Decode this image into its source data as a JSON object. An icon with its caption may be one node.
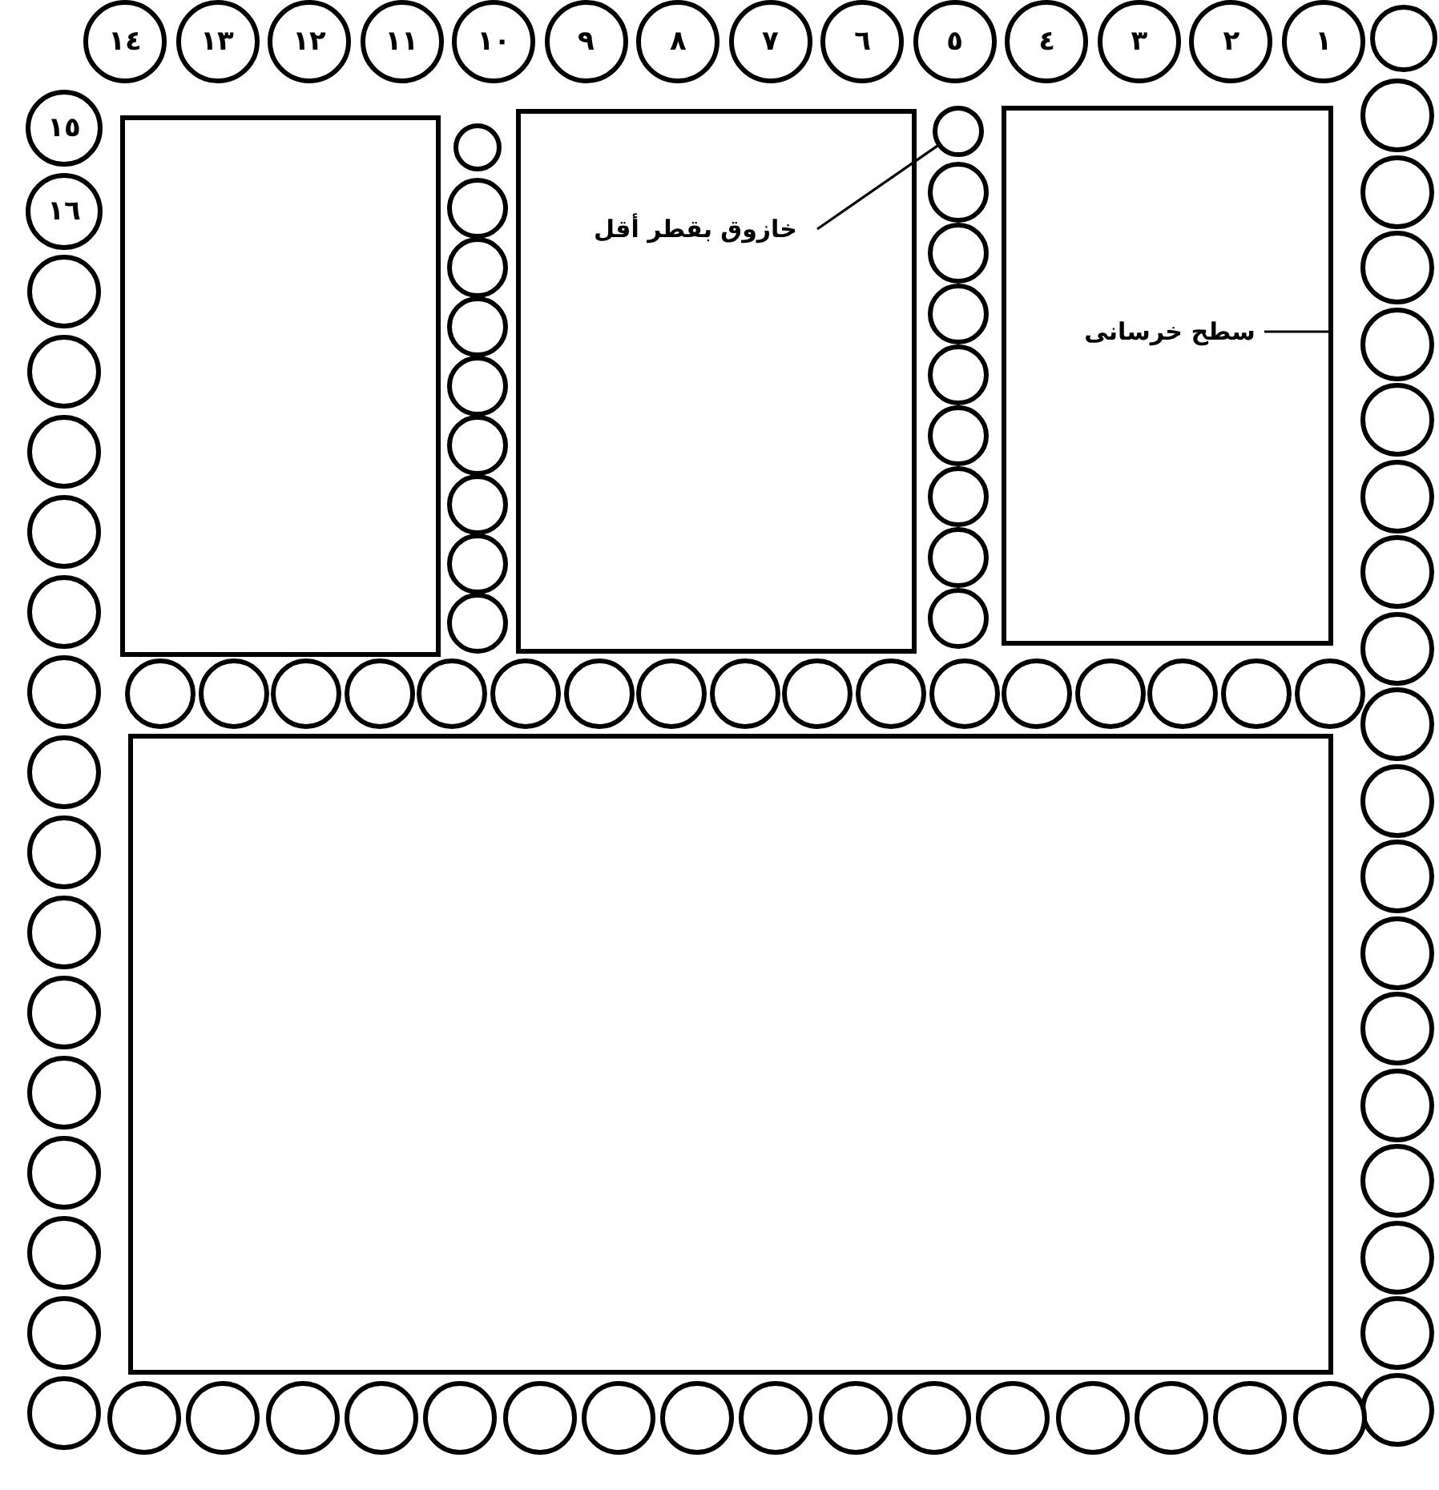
{
  "diagram": {
    "nodes": [
      {
        "text": [
          "١"
        ]
      },
      {
        "text": [
          "٢"
        ]
      },
      {
        "text": [
          "٣"
        ]
      },
      {
        "text": [
          "٤"
        ]
      },
      {
        "text": [
          "٥"
        ]
      },
      {
        "text": [
          "٦"
        ]
      },
      {
        "text": [
          "٧"
        ]
      },
      {
        "text": [
          "٨"
        ]
      },
      {
        "text": [
          "٩"
        ]
      },
      {
        "text": [
          "١٠"
        ]
      },
      {
        "text": [
          "١١"
        ]
      },
      {
        "text": [
          "١٢"
        ]
      },
      {
        "text": [
          "١٣"
        ]
      },
      {
        "text": [
          "١٤"
        ]
      },
      {
        "text": [
          "١٥"
        ]
      },
      {
        "text": [
          "١٦"
        ]
      },
      {
        "text": [],
        "shape": "box"
      },
      {
        "text": [],
        "shape": "box"
      },
      {
        "text": [
          "خازوق بقطر أقل"
        ],
        "in": 17
      },
      {
        "text": [],
        "shape": "circle"
      },
      {
        "text": [],
        "shape": "box"
      },
      {
        "text": [
          "سطح خرسانى"
        ],
        "in": 20
      },
      {
        "text": [],
        "shape": "box"
      },
      {
        "text": [],
        "shape": "circle"
      },
      {
        "text": [],
        "shape": "circle"
      },
      {
        "text": [],
        "shape": "circle"
      },
      {
        "text": [],
        "shape": "circle"
      },
      {
        "text": [],
        "shape": "circle"
      },
      {
        "text": [],
        "shape": "circle"
      },
      {
        "text": [],
        "shape": "circle"
      },
      {
        "text": [],
        "shape": "circle"
      },
      {
        "text": [],
        "shape": "circle"
      },
      {
        "text": [],
        "shape": "circle"
      },
      {
        "text": [],
        "shape": "circle"
      },
      {
        "text": [],
        "shape": "circle"
      },
      {
        "text": [],
        "shape": "circle"
      },
      {
        "text": [],
        "shape": "circle"
      },
      {
        "text": [],
        "shape": "circle"
      },
      {
        "text": [],
        "shape": "circle"
      },
      {
        "text": [],
        "shape": "circle"
      },
      {
        "text": [],
        "shape": "circle"
      },
      {
        "text": [],
        "shape": "circle"
      },
      {
        "text": [],
        "shape": "circle"
      },
      {
        "text": [],
        "shape": "circle"
      },
      {
        "text": [],
        "shape": "circle"
      },
      {
        "text": [],
        "shape": "circle"
      },
      {
        "text": [],
        "shape": "circle"
      },
      {
        "text": [],
        "shape": "circle"
      },
      {
        "text": [],
        "shape": "circle"
      },
      {
        "text": [],
        "shape": "circle"
      },
      {
        "text": [],
        "shape": "circle"
      },
      {
        "text": [],
        "shape": "circle"
      },
      {
        "text": [],
        "shape": "circle"
      },
      {
        "text": [],
        "shape": "circle"
      },
      {
        "text": [],
        "shape": "circle"
      },
      {
        "text": [],
        "shape": "circle"
      },
      {
        "text": [],
        "shape": "circle"
      },
      {
        "text": [],
        "shape": "circle"
      },
      {
        "text": [],
        "shape": "circle"
      },
      {
        "text": [],
        "shape": "circle"
      },
      {
        "text": [],
        "shape": "circle"
      },
      {
        "text": [],
        "shape": "circle"
      },
      {
        "text": [],
        "shape": "circle"
      },
      {
        "text": [],
        "shape": "circle"
      },
      {
        "text": [],
        "shape": "circle"
      },
      {
        "text": [],
        "shape": "circle"
      },
      {
        "text": [],
        "shape": "circle"
      },
      {
        "text": [],
        "shape": "circle"
      },
      {
        "text": [],
        "shape": "circle"
      },
      {
        "text": [],
        "shape": "circle"
      },
      {
        "text": [],
        "shape": "circle"
      },
      {
        "text": [],
        "shape": "circle"
      },
      {
        "text": [],
        "shape": "circle"
      },
      {
        "text": [],
        "shape": "circle"
      },
      {
        "text": [],
        "shape": "circle"
      },
      {
        "text": [],
        "shape": "circle"
      },
      {
        "text": [],
        "shape": "circle"
      },
      {
        "text": [],
        "shape": "circle"
      },
      {
        "text": [],
        "shape": "circle"
      },
      {
        "text": [],
        "shape": "circle"
      },
      {
        "text": [],
        "shape": "circle"
      },
      {
        "text": [],
        "shape": "circle"
      },
      {
        "text": [],
        "shape": "circle"
      },
      {
        "text": [],
        "shape": "circle"
      },
      {
        "text": [],
        "shape": "circle"
      },
      {
        "text": [],
        "shape": "circle"
      },
      {
        "text": [],
        "shape": "circle"
      },
      {
        "text": [],
        "shape": "circle"
      },
      {
        "text": [],
        "shape": "circle"
      },
      {
        "text": [],
        "shape": "circle"
      },
      {
        "text": [],
        "shape": "circle"
      },
      {
        "text": [],
        "shape": "circle"
      },
      {
        "text": [],
        "shape": "circle"
      },
      {
        "text": [],
        "shape": "circle"
      },
      {
        "text": [],
        "shape": "circle"
      },
      {
        "text": [],
        "shape": "circle"
      },
      {
        "text": [],
        "shape": "circle"
      },
      {
        "text": [],
        "shape": "circle"
      },
      {
        "text": [],
        "shape": "circle"
      },
      {
        "text": [],
        "shape": "circle"
      },
      {
        "text": [],
        "shape": "circle"
      },
      {
        "text": [],
        "shape": "circle"
      },
      {
        "text": [],
        "shape": "circle"
      },
      {
        "text": [],
        "shape": "circle"
      },
      {
        "text": [],
        "shape": "circle"
      },
      {
        "text": [],
        "shape": "circle"
      },
      {
        "text": [],
        "shape": "circle"
      }
    ],
    "edges": [
      {
        "from": 18,
        "to": 19,
        "arrow": "none"
      },
      {
        "from": 21,
        "to": 20,
        "arrow": "none"
      }
    ]
  }
}
